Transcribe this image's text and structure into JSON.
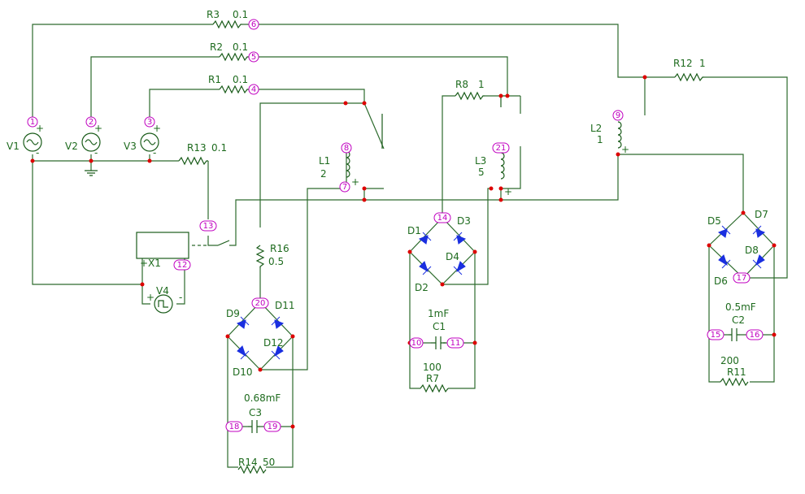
{
  "resistors": {
    "R1": {
      "name": "R1",
      "value": "0.1"
    },
    "R2": {
      "name": "R2",
      "value": "0.1"
    },
    "R3": {
      "name": "R3",
      "value": "0.1"
    },
    "R7": {
      "name": "R7",
      "value": "100"
    },
    "R8": {
      "name": "R8",
      "value": "1"
    },
    "R11": {
      "name": "R11",
      "value": "200"
    },
    "R12": {
      "name": "R12",
      "value": "1"
    },
    "R13": {
      "name": "R13",
      "value": "0.1"
    },
    "R14": {
      "name": "R14",
      "value": "50"
    },
    "R16": {
      "name": "R16",
      "value": "0.5"
    }
  },
  "capacitors": {
    "C1": {
      "name": "C1",
      "value": "1mF"
    },
    "C2": {
      "name": "C2",
      "value": "0.5mF"
    },
    "C3": {
      "name": "C3",
      "value": "0.68mF"
    }
  },
  "inductors": {
    "L1": {
      "name": "L1",
      "value": "2"
    },
    "L2": {
      "name": "L2",
      "value": "1"
    },
    "L3": {
      "name": "L3",
      "value": "5"
    }
  },
  "sources": {
    "V1": "V1",
    "V2": "V2",
    "V3": "V3",
    "V4": "V4"
  },
  "switch": {
    "name": "X1"
  },
  "diodes": [
    "D1",
    "D2",
    "D3",
    "D4",
    "D5",
    "D6",
    "D7",
    "D8",
    "D9",
    "D10",
    "D11",
    "D12"
  ],
  "nodes": [
    "1",
    "2",
    "3",
    "4",
    "5",
    "6",
    "7",
    "8",
    "9",
    "10",
    "11",
    "12",
    "13",
    "14",
    "15",
    "16",
    "17",
    "18",
    "19",
    "20",
    "21"
  ],
  "colors": {
    "wire": "#2d6b2d",
    "node": "#c000c0",
    "diode": "#1a2fe0",
    "junction": "#dd0000"
  }
}
